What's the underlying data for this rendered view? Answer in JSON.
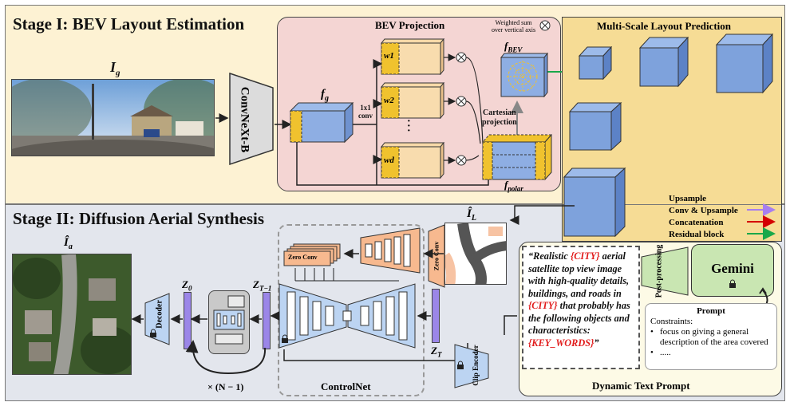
{
  "stage1": {
    "title": "Stage I: BEV Layout Estimation",
    "input_image_label": "I",
    "input_image_sub": "g",
    "encoder_label": "ConvNeXt-B",
    "feature_label": "f",
    "feature_sub": "g",
    "bev_projection": {
      "title": "BEV Projection",
      "weighted_sum_note_line1": "Weighted sum",
      "weighted_sum_note_line2": "over vertical axis",
      "weights": [
        "w1",
        "w2",
        "wd"
      ],
      "conv_label_line1": "1x1",
      "conv_label_line2": "conv",
      "cartesian_line1": "Cartesian",
      "cartesian_line2": "projection",
      "fbev_label": "f",
      "fbev_sub": "BEV",
      "fpolar_label": "f",
      "fpolar_sub": "polar"
    },
    "multiscale": {
      "title": "Multi-Scale Layout Prediction",
      "legend": [
        {
          "label": "Upsample",
          "color": "#c8960a"
        },
        {
          "label": "Conv & Upsample",
          "color": "#a77ef0"
        },
        {
          "label": "Concatenation",
          "color": "#d40000"
        },
        {
          "label": "Residual block",
          "color": "#1aa84a"
        }
      ]
    }
  },
  "stage2": {
    "title": "Stage II: Diffusion Aerial Synthesis",
    "output_label": "Î",
    "output_sub": "a",
    "layout_label": "Î",
    "layout_sub": "L",
    "decoder_label": "Decoder",
    "z0": "Z",
    "z0_sub": "0",
    "zt1": "Z",
    "zt1_sub": "T−1",
    "zt": "Z",
    "zt_sub": "T",
    "repeat_label": "× (N − 1)",
    "zero_conv_top": "Zero Conv",
    "zero_conv_side": "Zero Conv",
    "controlnet_label": "ControlNet",
    "clip_encoder_label": "Clip Encoder",
    "postprocessing_label": "Post-processing",
    "gemini_label": "Gemini",
    "prompt_title": "Prompt",
    "prompt_constraints": "Constraints:",
    "prompt_bullet1": "focus on giving a general description of the area covered",
    "prompt_bullet2": ".....",
    "quote_parts": {
      "p1": "“Realistic ",
      "k1": "{CITY}",
      "p2": " aerial satellite top view image with high-quality details, buildings, and roads in ",
      "k2": "{CITY}",
      "p3": " that probably has the following objects and characteristics: ",
      "k3": "{KEY_WORDS}",
      "p4": "”"
    },
    "dynamic_text_prompt": "Dynamic Text Prompt"
  }
}
